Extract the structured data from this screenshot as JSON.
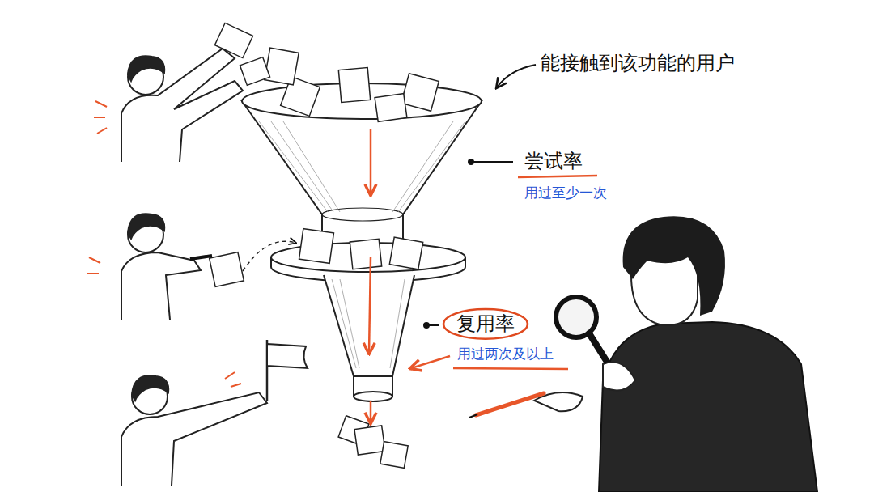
{
  "diagram": {
    "nodes": [
      {
        "text": [
          "复用率"
        ]
      }
    ],
    "labels": [
      "能接触到该功能的用户",
      "尝试率",
      "用过至少一次",
      "用过两次及以上"
    ]
  }
}
